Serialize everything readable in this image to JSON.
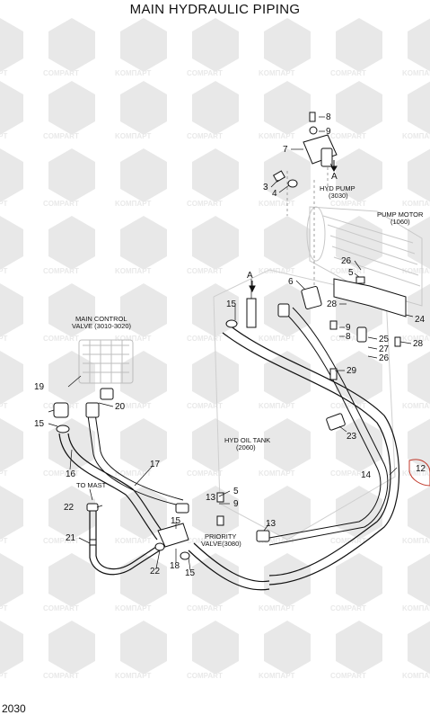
{
  "title": "MAIN HYDRAULIC PIPING",
  "page_number": "2030",
  "watermark": {
    "brand_a": "KOMПAPT",
    "brand_b": "COMPART"
  },
  "callouts": [
    {
      "id": "c8",
      "text": "8"
    },
    {
      "id": "c9a",
      "text": "9"
    },
    {
      "id": "c7",
      "text": "7"
    },
    {
      "id": "cA1",
      "text": "A"
    },
    {
      "id": "c3",
      "text": "3"
    },
    {
      "id": "c4",
      "text": "4"
    },
    {
      "id": "c6",
      "text": "6"
    },
    {
      "id": "cA2",
      "text": "A"
    },
    {
      "id": "c15a",
      "text": "15"
    },
    {
      "id": "c26a",
      "text": "26"
    },
    {
      "id": "c5a",
      "text": "5"
    },
    {
      "id": "c28a",
      "text": "28"
    },
    {
      "id": "c24",
      "text": "24"
    },
    {
      "id": "c9b",
      "text": "9"
    },
    {
      "id": "c8b",
      "text": "8"
    },
    {
      "id": "c25",
      "text": "25"
    },
    {
      "id": "c27",
      "text": "27"
    },
    {
      "id": "c28b",
      "text": "28"
    },
    {
      "id": "c26b",
      "text": "26"
    },
    {
      "id": "c29",
      "text": "29"
    },
    {
      "id": "c19",
      "text": "19"
    },
    {
      "id": "c15b",
      "text": "15"
    },
    {
      "id": "c20",
      "text": "20"
    },
    {
      "id": "c23",
      "text": "23"
    },
    {
      "id": "c16",
      "text": "16"
    },
    {
      "id": "c17",
      "text": "17"
    },
    {
      "id": "c14",
      "text": "14"
    },
    {
      "id": "c12",
      "text": "12"
    },
    {
      "id": "c13a",
      "text": "13"
    },
    {
      "id": "c5b",
      "text": "5"
    },
    {
      "id": "c9c",
      "text": "9"
    },
    {
      "id": "c22a",
      "text": "22"
    },
    {
      "id": "c15c",
      "text": "15"
    },
    {
      "id": "c13b",
      "text": "13"
    },
    {
      "id": "c21",
      "text": "21"
    },
    {
      "id": "c22b",
      "text": "22"
    },
    {
      "id": "c18",
      "text": "18"
    },
    {
      "id": "c15d",
      "text": "15"
    }
  ],
  "labels": {
    "hyd_pump_1": "HYD PUMP",
    "hyd_pump_2": "(3030)",
    "pump_motor_1": "PUMP MOTOR",
    "pump_motor_2": "(1060)",
    "main_control_1": "MAIN CONTROL",
    "main_control_2": "VALVE (3010-3020)",
    "hyd_oil_tank_1": "HYD OIL TANK",
    "hyd_oil_tank_2": "(2060)",
    "to_mast": "TO MAST",
    "priority_1": "PRIORITY",
    "priority_2": "VALVE(3080)"
  }
}
